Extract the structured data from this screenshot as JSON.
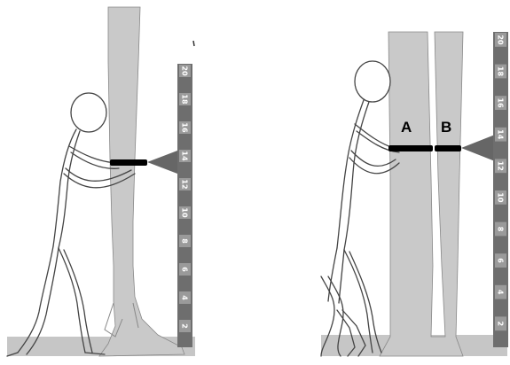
{
  "panels": [
    {
      "id": "single-stem",
      "scale_ticks": [
        "20",
        "18",
        "16",
        "14",
        "12",
        "10",
        "8",
        "6",
        "4",
        "2"
      ]
    },
    {
      "id": "forked-stem",
      "stem_labels": {
        "a": "A",
        "b": "B"
      },
      "scale_ticks": [
        "20",
        "18",
        "16",
        "14",
        "12",
        "10",
        "8",
        "6",
        "4",
        "2"
      ]
    }
  ],
  "colors": {
    "trunk": "#c9c9c9",
    "ground": "#c6c6c6",
    "scale_dark": "#6e6e6e",
    "scale_light": "#9a9a9a",
    "tape": "#000000",
    "outline": "#555555"
  }
}
